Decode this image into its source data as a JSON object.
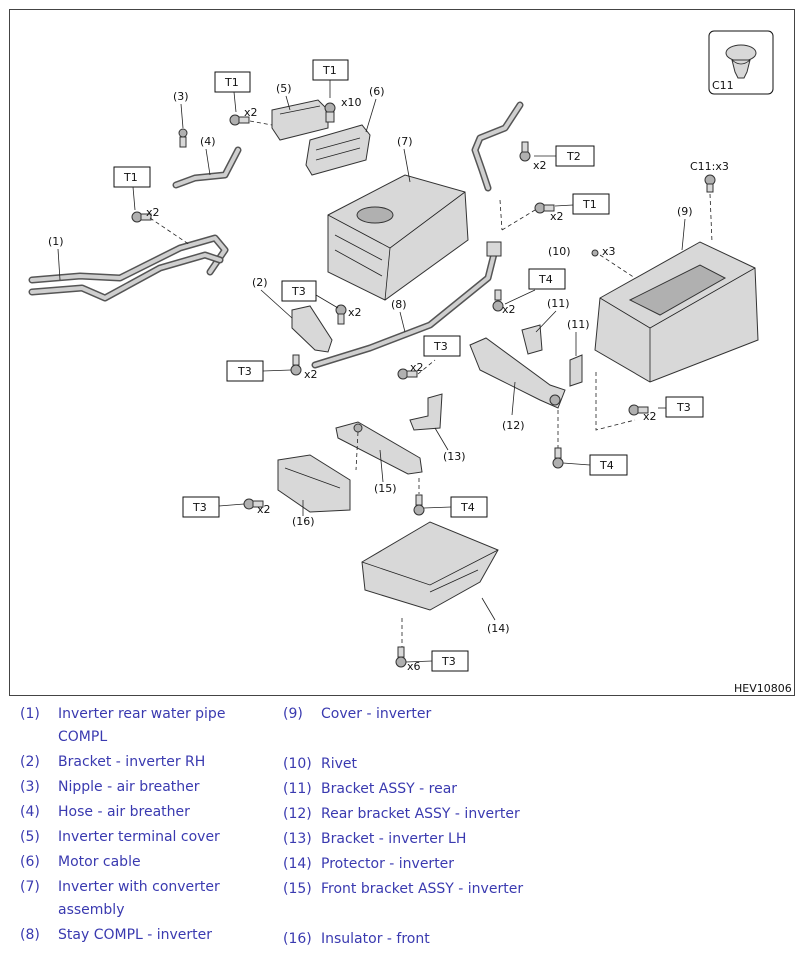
{
  "diagram": {
    "code": "HEV10806",
    "clip_label": "C11",
    "callouts": {
      "p1": "(1)",
      "p2": "(2)",
      "p3": "(3)",
      "p4": "(4)",
      "p5": "(5)",
      "p6": "(6)",
      "p7": "(7)",
      "p8": "(8)",
      "p9": "(9)",
      "p10": "(10)",
      "p11a": "(11)",
      "p11b": "(11)",
      "p12": "(12)",
      "p13": "(13)",
      "p14": "(14)",
      "p15": "(15)",
      "p16": "(16)"
    },
    "torque_tags": {
      "t1_a": "T1",
      "t1_b": "T1",
      "t1_c": "T1",
      "t1_d": "T1",
      "t2": "T2",
      "t3_a": "T3",
      "t3_b": "T3",
      "t3_c": "T3",
      "t3_d": "T3",
      "t3_e": "T3",
      "t3_f": "T3",
      "t4_a": "T4",
      "t4_b": "T4",
      "t4_c": "T4"
    },
    "quantities": {
      "q_x2": "x2",
      "q_x10": "x10",
      "q_x3": "x3",
      "q_x6": "x6",
      "q_c11x3": "C11:x3"
    }
  },
  "legend": {
    "left": [
      {
        "num": "(1)",
        "text": "Inverter rear water pipe COMPL"
      },
      {
        "num": "(2)",
        "text": "Bracket - inverter RH"
      },
      {
        "num": "(3)",
        "text": "Nipple - air breather"
      },
      {
        "num": "(4)",
        "text": "Hose - air breather"
      },
      {
        "num": "(5)",
        "text": "Inverter terminal cover"
      },
      {
        "num": "(6)",
        "text": "Motor cable"
      },
      {
        "num": "(7)",
        "text": "Inverter with converter assembly"
      },
      {
        "num": "(8)",
        "text": "Stay COMPL - inverter"
      }
    ],
    "right": [
      {
        "num": "(9)",
        "text": "Cover - inverter"
      },
      {
        "num": "(10)",
        "text": "Rivet"
      },
      {
        "num": "(11)",
        "text": "Bracket ASSY - rear"
      },
      {
        "num": "(12)",
        "text": "Rear bracket ASSY - inverter"
      },
      {
        "num": "(13)",
        "text": "Bracket - inverter LH"
      },
      {
        "num": "(14)",
        "text": "Protector - inverter"
      },
      {
        "num": "(15)",
        "text": "Front bracket ASSY - inverter"
      },
      {
        "num": "(16)",
        "text": "Insulator - front"
      }
    ]
  }
}
